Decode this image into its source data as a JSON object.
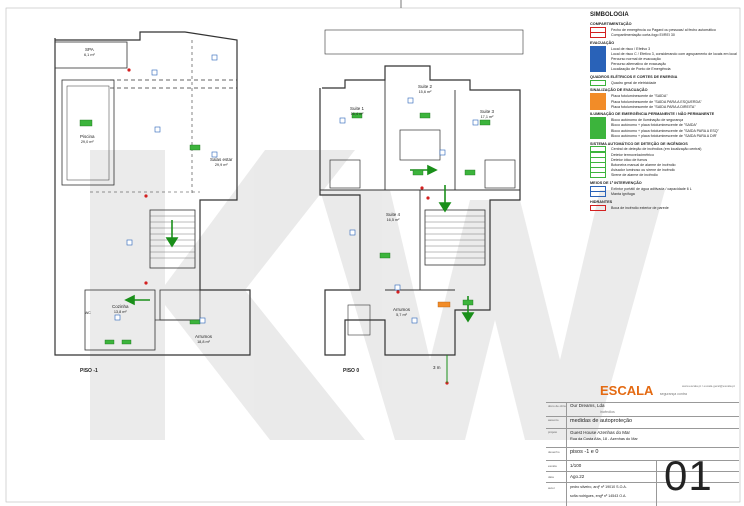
{
  "floors": [
    {
      "label": "PISO -1"
    },
    {
      "label": "PISO 0"
    }
  ],
  "rooms_piso_m1": [
    {
      "name": "SPA",
      "area": "6,1 m²"
    },
    {
      "name": "Piscina",
      "area": "29,0 m²"
    },
    {
      "name": "Salas estar",
      "area": "29,9 m²"
    },
    {
      "name": "Cozinha",
      "area": "13,8 m²"
    },
    {
      "name": "Arrumos",
      "area": "18,8 m²"
    }
  ],
  "rooms_piso_0": [
    {
      "name": "Suite 1",
      "area": "16,4 m²"
    },
    {
      "name": "Suite 2",
      "area": "15,6 m²"
    },
    {
      "name": "Suite 3",
      "area": "17,1 m²"
    },
    {
      "name": "Suite 4",
      "area": "16,5 m²"
    },
    {
      "name": "Arrumos",
      "area": "5,7 m²"
    }
  ],
  "annotations": {
    "scale_bar": "3 m",
    "wc_label": "WC"
  },
  "legend": {
    "title": "SIMBOLOGIA",
    "sections": [
      {
        "heading": "COMPARTIMENTAÇÃO",
        "items": [
          "Fecho de emergência ou Pagard ou pessoas/ al fecho automático",
          "Compartimentação corta-fogo EI/REI 30"
        ]
      },
      {
        "heading": "EVACUAÇÃO",
        "items": [
          "Local de risco / Efetivo 3",
          "Local de risco C / Efetivo 3, considerando com agrupamento de locais em local de risco",
          "Percurso normal de evacuação",
          "Percurso alternativo de evacuação",
          "Localização de Ponto de Emergência"
        ]
      },
      {
        "heading": "QUADROS ELÉTRICOS E CORTES DE ENERGIA",
        "items": [
          "Quadro geral de eletricidade"
        ]
      },
      {
        "heading": "SINALIZAÇÃO DE EVACUAÇÃO",
        "items": [
          "Placa fotoluminescente de \"SAÍDA\"",
          "Placa fotoluminescente de \"SAÍDA PARA A ESQUERDA\"",
          "Placa fotoluminescente de \"SAÍDA PARA A DIREITA\""
        ]
      },
      {
        "heading": "ILUMINAÇÃO DE EMERGÊNCIA PERMANENTE / NÃO PERMANENTE",
        "items": [
          "Bloco autónomo de Iluminação de segurança",
          "Bloco autónomo + placa fotoluminescente de \"SAÍDA\"",
          "Bloco autónomo + placa fotoluminescente de \"SAÍDA PARA A ESQ\"",
          "Bloco autónomo + placa fotoluminescente de \"SAÍDA PARA A DIR\""
        ]
      },
      {
        "heading": "SISTEMA AUTOMÁTICO DE DETEÇÃO DE INCÊNDIOS",
        "items": [
          "Central de deteção de incêndios (em localização central)",
          "Detetor termovelocimétrico",
          "Detetor ótico de fumos",
          "Botoneira manual de alarme de incêndio",
          "Avisador luminoso ou sirene de incêndio",
          "Sirene de alarme de incêndio"
        ]
      },
      {
        "heading": "MEIOS DE 1ª INTERVENÇÃO",
        "items": [
          "Extintor portátil de água aditivada / capacidade 6 L",
          "Manta ignífuga"
        ]
      },
      {
        "heading": "HIDRANTES",
        "items": [
          "Boca de incêndio exterior de parede"
        ]
      }
    ]
  },
  "logo": {
    "brand": "ESCALA",
    "tagline": "segurança contra incêndios",
    "contact": "www.escala.pt / escala.geral@escala.pt"
  },
  "title_block": {
    "owner_label": "dono de obra",
    "owner": "Our Dreams, Lda",
    "subject_label": "assunto",
    "subject": "medidas de autoproteção",
    "project_label": "projeto",
    "project_name": "Guest House Azenhas do Mar",
    "address": "Rua da Costa Alta, 18 - Azenhas do Mar",
    "drawing_label": "desenho",
    "drawing": "pisos -1 e 0",
    "scale_label": "escala",
    "scale": "1/100",
    "date_label": "data",
    "date": "Ago.22",
    "author_label": "autor",
    "author": "pedro silveiro, arqº nº 19010 S.O.A.",
    "author2": "sofia rodrigues, engª nº 14543 O.A.",
    "sheet_number": "01"
  }
}
